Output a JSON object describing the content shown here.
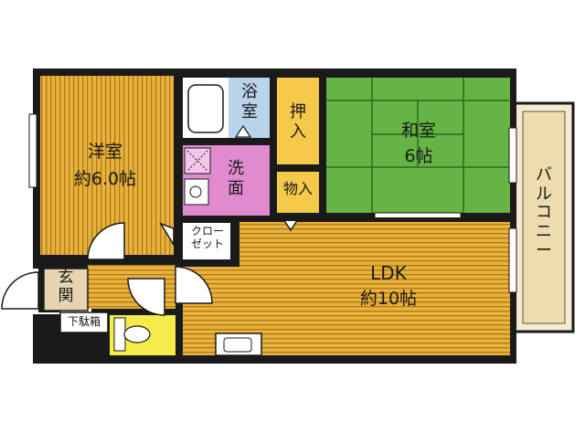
{
  "colors": {
    "wall": "#1a1a1a",
    "floor_wood": "#e8b23c",
    "floor_wood_stripe": "#b07818",
    "tatami": "#66b544",
    "tatami_line": "#2f6a1e",
    "bath": "#b9d3ea",
    "washroom": "#e08ad0",
    "storage": "#f5c94a",
    "toilet": "#f5ec4a",
    "balcony": "#eddcad",
    "genkan": "#e7d4b0"
  },
  "rooms": {
    "western": {
      "name": "洋室",
      "size": "約6.0帖"
    },
    "bath": {
      "name": "浴\n室"
    },
    "wash": {
      "name": "洗\n面"
    },
    "oshiire": {
      "name": "押\n入"
    },
    "mono": {
      "name": "物入"
    },
    "japanese": {
      "name": "和室",
      "size": "6帖"
    },
    "closet": {
      "name": "クロー\nゼット"
    },
    "ldk": {
      "name": "LDK",
      "size": "約10帖"
    },
    "genkan": {
      "name": "玄\n関"
    },
    "shoe": {
      "name": "下駄箱"
    },
    "balcony": {
      "name": "バ\nル\nコ\nニ\nー"
    }
  }
}
